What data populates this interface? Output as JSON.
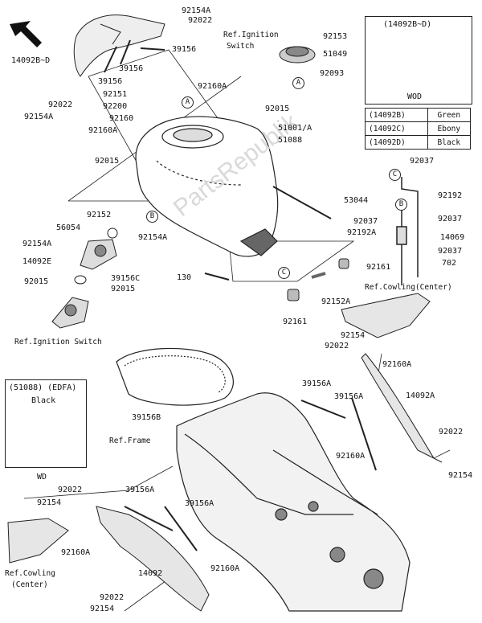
{
  "watermark": "PartsRepublik",
  "callouts": {
    "A": "A",
    "B": "B",
    "C": "C"
  },
  "labels": {
    "l92154A_top": "92154A",
    "l92022_top": "92022",
    "l14092B_D": "14092B~D",
    "l39156_a": "39156",
    "l39156_b": "39156",
    "l39156_c": "39156",
    "l92022_left": "92022",
    "l92154A_left": "92154A",
    "ref_ign_top": "Ref.Ignition",
    "ref_ign_top2": "Switch",
    "l92153": "92153",
    "l51049": "51049",
    "l92093": "92093",
    "l92160A_a": "92160A",
    "l92151": "92151",
    "l92200": "92200",
    "l92160": "92160",
    "l92160A_b": "92160A",
    "l92015_a": "92015",
    "l51001A": "51001/A",
    "l51088": "51088",
    "l92015_b": "92015",
    "l53044": "53044",
    "l92152": "92152",
    "l56054": "56054",
    "l92154A_c": "92154A",
    "l92154A_d": "92154A",
    "l14092E": "14092E",
    "l92015_c": "92015",
    "l39156C": "39156C",
    "l92015_d": "92015",
    "l130": "130",
    "ref_ign_bottom": "Ref.Ignition Switch",
    "l92037_a": "92037",
    "l92192": "92192",
    "l92037_b": "92037",
    "l92037_c": "92037",
    "l92192A": "92192A",
    "l14069": "14069",
    "l92037_d": "92037",
    "l702": "702",
    "l92161_a": "92161",
    "l92152A": "92152A",
    "l92161_b": "92161",
    "ref_cowl_center": "Ref.Cowling(Center)",
    "l92154_a": "92154",
    "l92022_b": "92022",
    "l92160A_c": "92160A",
    "l39156A_a": "39156A",
    "l39156A_b": "39156A",
    "l14092A": "14092A",
    "l39156B": "39156B",
    "ref_frame": "Ref.Frame",
    "l92022_c": "92022",
    "l92154_b": "92154",
    "l92160A_d": "92160A",
    "l92022_d": "92022",
    "l92154_c": "92154",
    "l39156A_c": "39156A",
    "l39156A_d": "39156A",
    "l92160A_e": "92160A",
    "ref_cowl_left1": "Ref.Cowling",
    "ref_cowl_left2": "(Center)",
    "l14092": "14092",
    "l92160A_f": "92160A",
    "l92022_e": "92022",
    "l92154_d": "92154"
  },
  "inset_top": {
    "title": "(14092B~D)",
    "caption": "WOD"
  },
  "inset_bottom": {
    "title": "(51088) (EDFA)",
    "color": "Black",
    "caption": "WD"
  },
  "color_table": [
    {
      "part": "(14092B)",
      "color": "Green"
    },
    {
      "part": "(14092C)",
      "color": "Ebony"
    },
    {
      "part": "(14092D)",
      "color": "Black"
    }
  ]
}
